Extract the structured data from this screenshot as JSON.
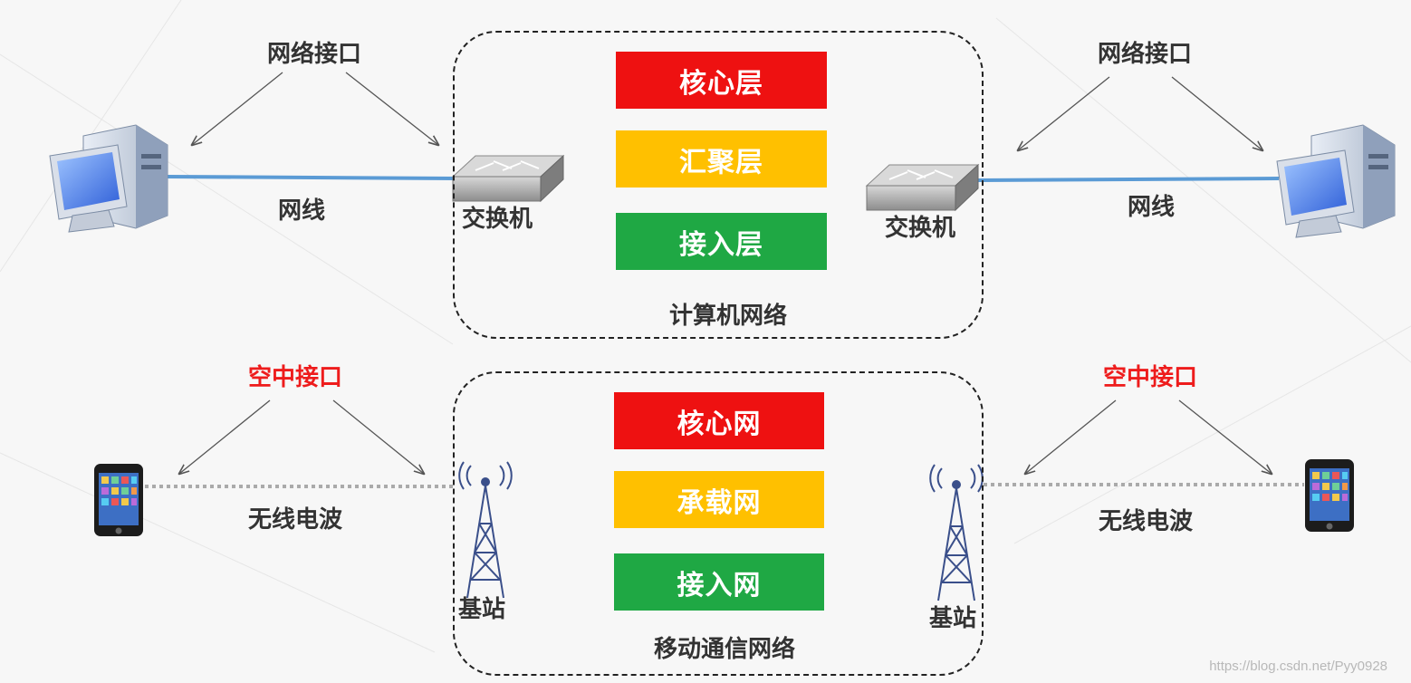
{
  "top": {
    "left_interface": "网络接口",
    "right_interface": "网络接口",
    "left_cable": "网线",
    "right_cable": "网线",
    "left_switch": "交换机",
    "right_switch": "交换机",
    "network_name": "计算机网络",
    "layers": [
      {
        "label": "核心层",
        "color": "#ee1111"
      },
      {
        "label": "汇聚层",
        "color": "#ffc000"
      },
      {
        "label": "接入层",
        "color": "#1fa844"
      }
    ]
  },
  "bottom": {
    "left_interface": "空中接口",
    "right_interface": "空中接口",
    "left_wave": "无线电波",
    "right_wave": "无线电波",
    "left_station": "基站",
    "right_station": "基站",
    "network_name": "移动通信网络",
    "layers": [
      {
        "label": "核心网",
        "color": "#ee1111"
      },
      {
        "label": "承载网",
        "color": "#ffc000"
      },
      {
        "label": "接入网",
        "color": "#1fa844"
      }
    ]
  },
  "watermark": "https://blog.csdn.net/Pyy0928"
}
